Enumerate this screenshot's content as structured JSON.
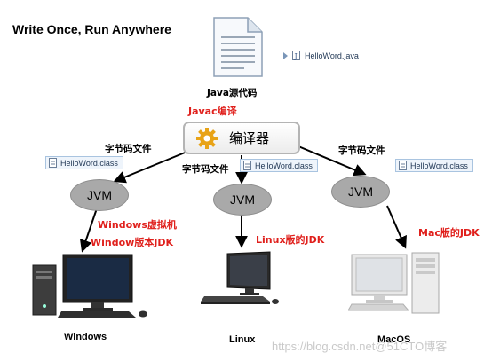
{
  "title": "Write Once, Run Anywhere",
  "source": {
    "file_name": "HelloWord.java",
    "label": "Java源代码"
  },
  "compile_label": "Javac编译",
  "compiler": {
    "label": "编译器"
  },
  "bytecode_label": "字节码文件",
  "class_file": "HelloWord.class",
  "jvm_label": "JVM",
  "windows_vm": "Windows虚拟机",
  "windows_jdk": "Window版本JDK",
  "linux_jdk": "Linux版的JDK",
  "mac_jdk": "Mac版的JDK",
  "os": {
    "windows": "Windows",
    "linux": "Linux",
    "mac": "MacOS"
  },
  "watermark": "https://blog.csdn.net@51CTO博客",
  "colors": {
    "accent_red": "#e0201c",
    "gear": "#e8a317",
    "jvm_fill": "#a9a9a9"
  }
}
